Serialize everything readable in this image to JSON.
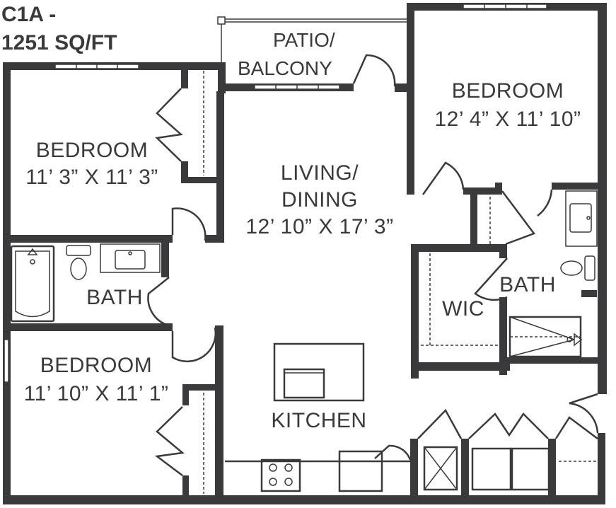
{
  "title": {
    "line1": "C1A -",
    "line2": "1251 SQ/FT"
  },
  "rooms": {
    "patio": {
      "line1": "PATIO/",
      "line2": "BALCONY"
    },
    "bedroom_nw": {
      "name": "BEDROOM",
      "size": "11’ 3” X 11’ 3”"
    },
    "bedroom_ne": {
      "name": "BEDROOM",
      "size": "12’ 4” X 11’ 10”"
    },
    "bedroom_sw": {
      "name": "BEDROOM",
      "size": "11’ 10” X 11’ 1”"
    },
    "living": {
      "line1": "LIVING/",
      "line2": "DINING",
      "size": "12’ 10” X 17’ 3”"
    },
    "bath_w": {
      "name": "BATH"
    },
    "bath_e": {
      "name": "BATH"
    },
    "wic": {
      "name": "WIC"
    },
    "kitchen": {
      "name": "KITCHEN"
    }
  },
  "colors": {
    "wall": "#3a3a3c",
    "background": "#ffffff"
  }
}
